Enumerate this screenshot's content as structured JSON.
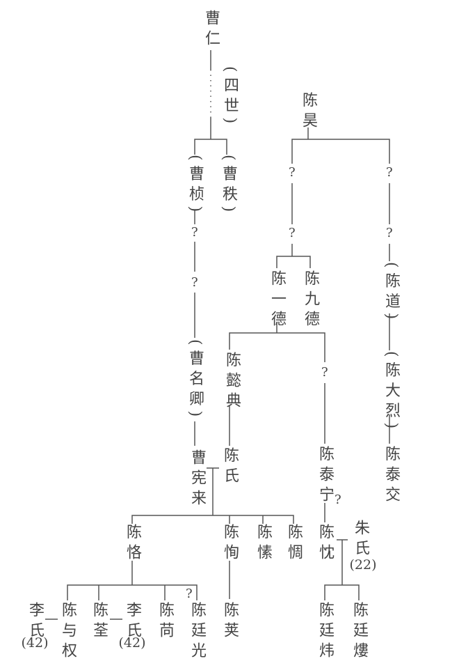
{
  "nodes": {
    "cao_ren": "曹仁",
    "four_gen": "(四世)",
    "cao_zhen": "(曹桢)",
    "cao_zhi": "(曹秩)",
    "cao_mingqing": "(曹名卿)",
    "cao_xianlai": "曹宪来",
    "chen_shi": "陈氏",
    "chen_hao": "陈昊",
    "chen_yide": "陈一德",
    "chen_jiude": "陈九德",
    "chen_dao": "(陈道)",
    "chen_dalie": "(陈大烈)",
    "chen_taijiao": "陈泰交",
    "chen_yidian": "陈懿典",
    "chen_taining": "陈泰宁",
    "chen_ke": "陈恪",
    "chen_xun": "陈恂",
    "chen_su": "陈愫",
    "chen_tong": "陈惆",
    "chen_chen": "陈忱",
    "zhu_shi": "朱氏",
    "zhu_shi_ref": "(22)",
    "li_shi_1": "李氏",
    "li_shi_1_ref": "(42)",
    "chen_yuquan": "陈与权",
    "chen_quan": "陈荃",
    "li_shi_2": "李氏",
    "li_shi_2_ref": "(42)",
    "chen_jian": "陈苘",
    "chen_tingguang": "陈廷光",
    "chen_jia": "陈荚",
    "chen_tingwei": "陈廷炜",
    "chen_tinglou": "陈廷熡"
  },
  "unknown_marker": "?"
}
